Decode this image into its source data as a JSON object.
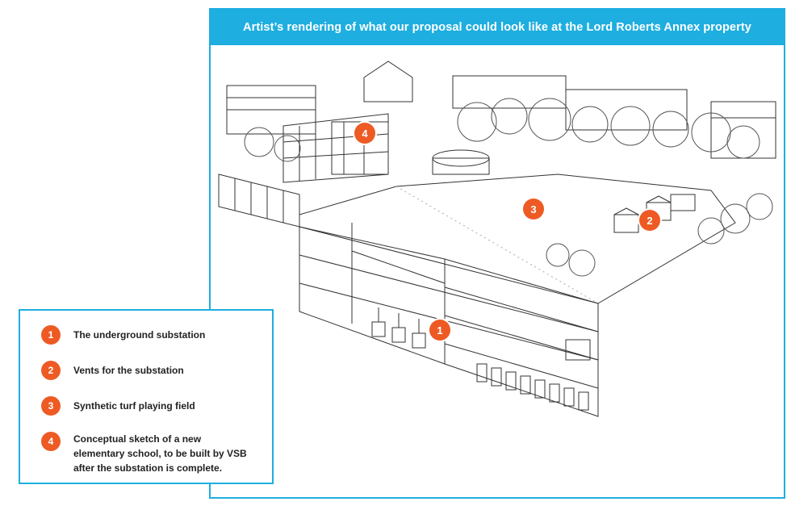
{
  "banner": {
    "title": "Artist’s rendering of what our proposal could look like at the Lord Roberts Annex property"
  },
  "markers": [
    {
      "number": "4"
    },
    {
      "number": "3"
    },
    {
      "number": "2"
    },
    {
      "number": "1"
    }
  ],
  "legend": {
    "items": [
      {
        "number": "1",
        "text": "The underground substation"
      },
      {
        "number": "2",
        "text": "Vents for the substation"
      },
      {
        "number": "3",
        "text": "Synthetic turf playing field"
      },
      {
        "number": "4",
        "text": "Conceptual sketch of a new elementary school, to be built by VSB after the substation is complete."
      }
    ]
  },
  "colors": {
    "accent_blue": "#1eaee0",
    "marker_orange": "#ee5a24",
    "sketch_line": "#333333"
  }
}
